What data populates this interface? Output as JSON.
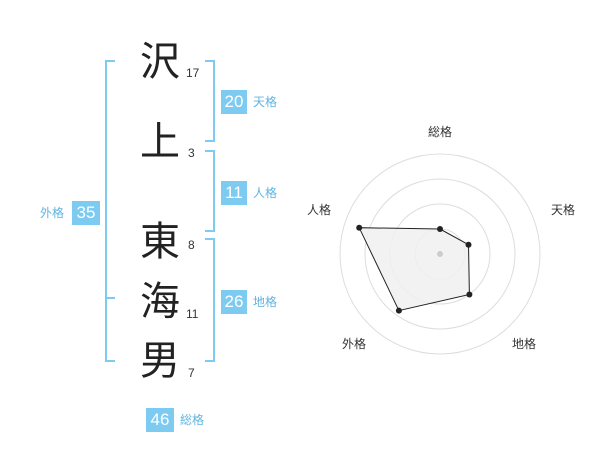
{
  "name": {
    "chars": [
      {
        "char": "沢",
        "strokes": "17"
      },
      {
        "char": "上",
        "strokes": "3"
      },
      {
        "char": "東",
        "strokes": "8"
      },
      {
        "char": "海",
        "strokes": "11"
      },
      {
        "char": "男",
        "strokes": "7"
      }
    ]
  },
  "fortune": {
    "tenkaku": {
      "value": "20",
      "label": "天格"
    },
    "jinkaku": {
      "value": "11",
      "label": "人格"
    },
    "chikaku": {
      "value": "26",
      "label": "地格"
    },
    "gaikaku": {
      "value": "35",
      "label": "外格"
    },
    "soukaku": {
      "value": "46",
      "label": "総格"
    }
  },
  "chart_data": {
    "type": "radar",
    "axes": [
      "総格",
      "天格",
      "地格",
      "外格",
      "人格"
    ],
    "values": [
      0.25,
      0.3,
      0.5,
      0.7,
      0.85
    ],
    "rings": 4,
    "range": [
      0,
      1
    ],
    "colors": {
      "fill": "#f0f0f0",
      "stroke": "#222222",
      "ring": "#dddddd",
      "accent": "#7ecbf2"
    }
  }
}
